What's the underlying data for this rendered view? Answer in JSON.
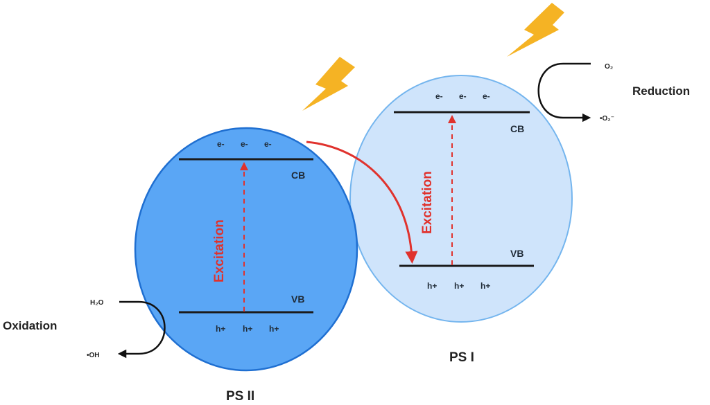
{
  "diagram": {
    "colors": {
      "ps2_fill": "#5aa6f5",
      "ps2_stroke": "#1f6fd1",
      "ps1_fill": "#cfe4fb",
      "ps1_stroke": "#74b5ee",
      "band_line": "#1b1b1b",
      "excitation": "#e0322d",
      "bolt": "#f5b324",
      "arrow": "#111111"
    },
    "ps2": {
      "name": "PS II",
      "cb_label": "CB",
      "vb_label": "VB",
      "electrons": [
        "e-",
        "e-",
        "e-"
      ],
      "holes": [
        "h+",
        "h+",
        "h+"
      ],
      "excitation_label": "Excitation"
    },
    "ps1": {
      "name": "PS I",
      "cb_label": "CB",
      "vb_label": "VB",
      "electrons": [
        "e-",
        "e-",
        "e-"
      ],
      "holes": [
        "h+",
        "h+",
        "h+"
      ],
      "excitation_label": "Excitation"
    },
    "oxidation": {
      "label": "Oxidation",
      "reactant": "H₂O",
      "product": "•OH"
    },
    "reduction": {
      "label": "Reduction",
      "reactant": "O₂",
      "product": "•O₂⁻"
    },
    "icons": {
      "light_1": "lightning-bolt-icon",
      "light_2": "lightning-bolt-icon"
    }
  }
}
